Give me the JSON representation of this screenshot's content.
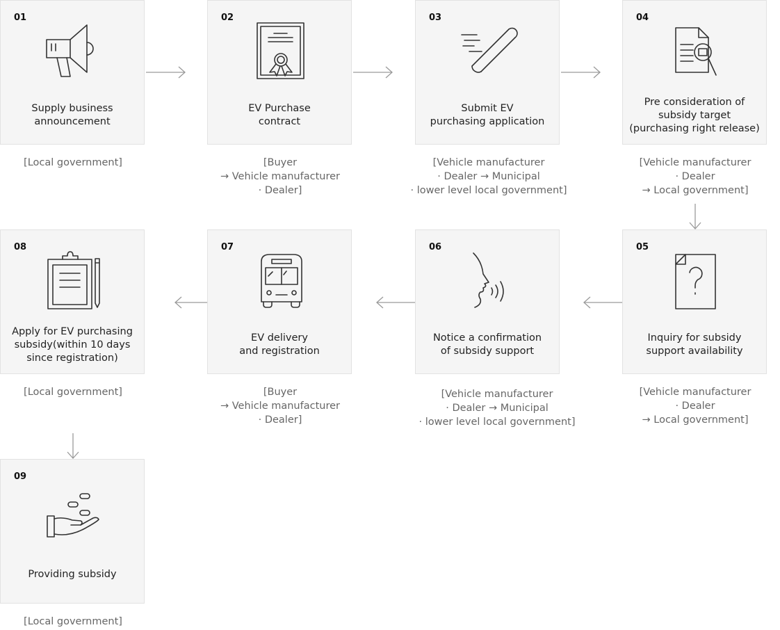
{
  "steps": [
    {
      "num": "01",
      "title": "Supply business\nannouncement",
      "actor": "[Local government]",
      "icon": "megaphone-icon"
    },
    {
      "num": "02",
      "title": "EV Purchase\ncontract",
      "actor": "[Buyer\n→ Vehicle manufacturer\n· Dealer]",
      "icon": "certificate-icon"
    },
    {
      "num": "03",
      "title": "Submit EV\npurchasing application",
      "actor": "[Vehicle manufacturer\n· Dealer → Municipal\n· lower level local government]",
      "icon": "scroll-icon"
    },
    {
      "num": "04",
      "title": "Pre consideration of\nsubsidy target\n(purchasing right release)",
      "actor": "[Vehicle manufacturer\n· Dealer\n→ Local government]",
      "icon": "document-search-icon"
    },
    {
      "num": "05",
      "title": "Inquiry for subsidy\nsupport availability",
      "actor": "[Vehicle manufacturer\n· Dealer\n→ Local government]",
      "icon": "document-question-icon"
    },
    {
      "num": "06",
      "title": "Notice a confirmation\nof subsidy support",
      "actor": "[Vehicle manufacturer\n· Dealer → Municipal\n· lower level local government]",
      "icon": "speaking-face-icon"
    },
    {
      "num": "07",
      "title": "EV delivery\nand registration",
      "actor": "[Buyer\n→ Vehicle manufacturer\n· Dealer]",
      "icon": "bus-icon"
    },
    {
      "num": "08",
      "title": "Apply for EV purchasing\nsubsidy(within 10 days\nsince registration)",
      "actor": "[Local government]",
      "icon": "clipboard-pen-icon"
    },
    {
      "num": "09",
      "title": "Providing subsidy",
      "actor": "[Local government]",
      "icon": "hand-coins-icon"
    }
  ]
}
